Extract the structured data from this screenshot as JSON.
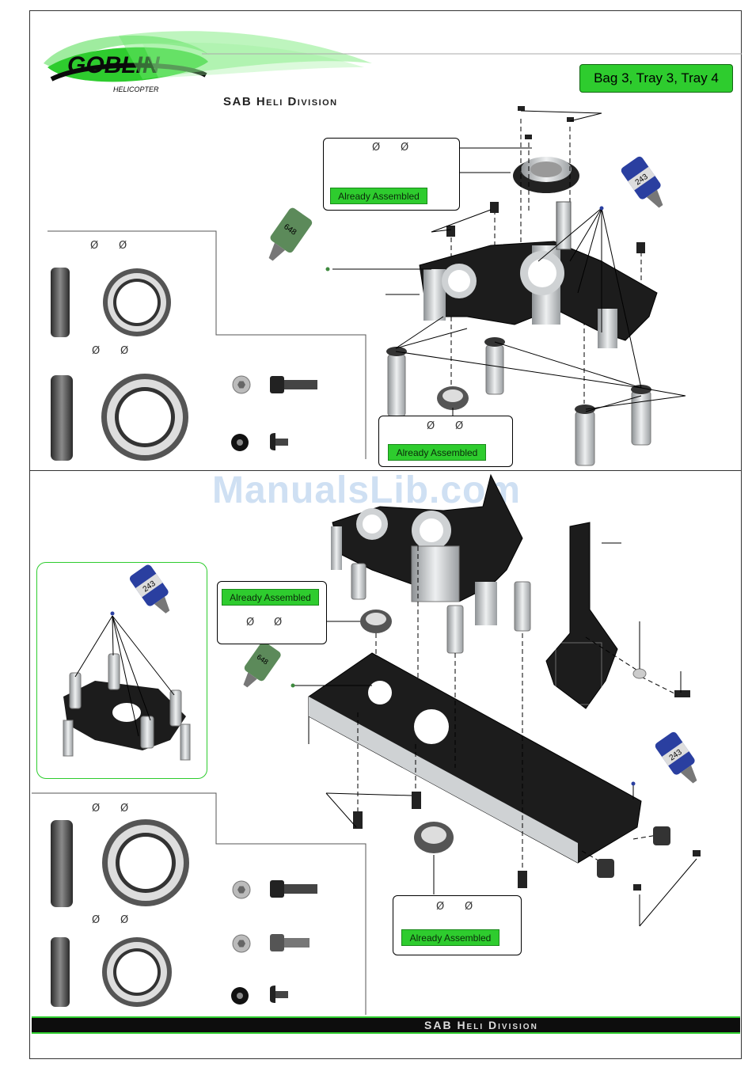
{
  "header": {
    "logo_text": "GOBLIN",
    "logo_sub": "HELICOPTER",
    "division_title": "SAB Heli Division",
    "bag_label": "Bag 3, Tray 3, Tray 4"
  },
  "watermark": "ManualsLib.com",
  "callouts": {
    "already_assembled": "Already Assembled",
    "phi": "Ø"
  },
  "footer": {
    "division_title": "SAB Heli Division"
  },
  "threadlock": {
    "blue_label": "243",
    "green_label": "648"
  },
  "colors": {
    "accent_green": "#2ecc2e",
    "threadlock_blue": "#2a3fa0",
    "threadlock_green": "#5c8a5a",
    "carbon": "#1c1c1c",
    "aluminium": "#cfd2d4"
  }
}
